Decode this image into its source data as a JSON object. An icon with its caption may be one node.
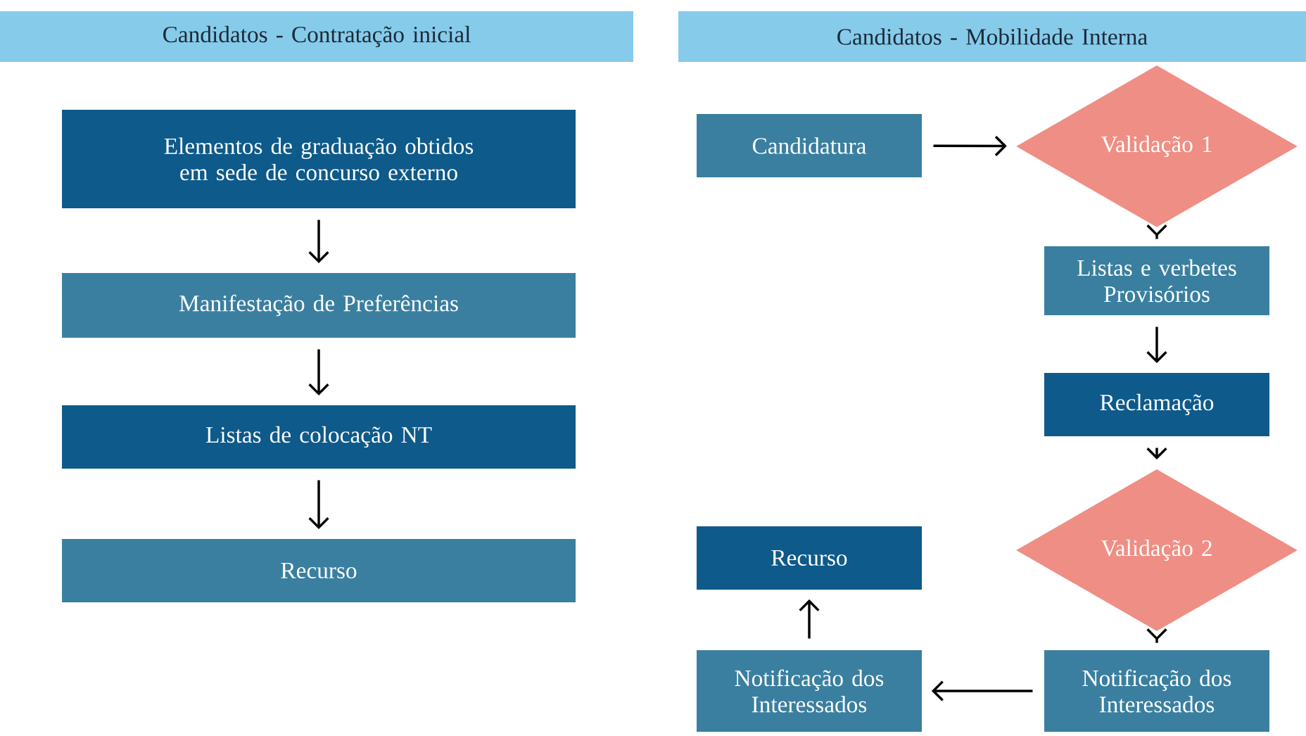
{
  "diagram": {
    "nodes": [
      {
        "text": [
          "Candidatos - Contratação inicial"
        ]
      },
      {
        "text": [
          "Elementos de graduação obtidos em sede de concurso externo"
        ]
      },
      {
        "text": [
          "Manifestação de Preferências"
        ]
      },
      {
        "text": [
          "Listas de colocação NT"
        ]
      },
      {
        "text": [
          "Recurso"
        ]
      },
      {
        "text": [
          "Candidatos - Mobilidade Interna"
        ]
      },
      {
        "text": [
          "Candidatura"
        ]
      },
      {
        "text": [
          "Validação 1"
        ]
      },
      {
        "text": [
          "Listas e verbetes Provisórios"
        ]
      },
      {
        "text": [
          "Reclamação"
        ]
      },
      {
        "text": [
          "Validação 2"
        ]
      },
      {
        "text": [
          "Notificação dos Interessados"
        ]
      },
      {
        "text": [
          "Notificação dos Interessados"
        ]
      },
      {
        "text": [
          "Recurso"
        ]
      }
    ],
    "edges": [
      {
        "from": 1,
        "to": 2,
        "arrow": "to"
      },
      {
        "from": 2,
        "to": 3,
        "arrow": "to"
      },
      {
        "from": 3,
        "to": 4,
        "arrow": "to"
      },
      {
        "from": 6,
        "to": 7,
        "arrow": "to"
      },
      {
        "from": 7,
        "to": 8,
        "arrow": "to"
      },
      {
        "from": 8,
        "to": 9,
        "arrow": "to"
      },
      {
        "from": 9,
        "to": 10,
        "arrow": "to"
      },
      {
        "from": 10,
        "to": 11,
        "arrow": "to"
      },
      {
        "from": 11,
        "to": 12,
        "arrow": "to"
      },
      {
        "from": 12,
        "to": 13,
        "arrow": "to"
      }
    ]
  }
}
